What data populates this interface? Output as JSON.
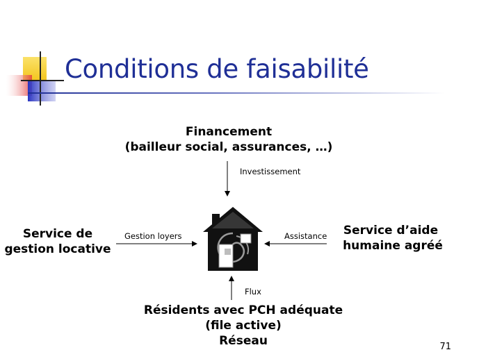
{
  "slide": {
    "title": "Conditions de faisabilité",
    "page_number": "71"
  },
  "diagram": {
    "top_node": {
      "line1": "Financement",
      "line2": "(bailleur social, assurances, …)"
    },
    "left_node": {
      "line1": "Service de",
      "line2": "gestion locative"
    },
    "right_node": {
      "line1": "Service d’aide",
      "line2": "humaine agréé"
    },
    "bottom_node": {
      "line1": "Résidents avec PCH adéquate",
      "line2": "(file active)",
      "line3": "Réseau"
    },
    "arrows": {
      "top": "Investissement",
      "left": "Gestion loyers",
      "right": "Assistance",
      "bottom": "Flux"
    },
    "center_icon": "house-icon"
  },
  "colors": {
    "title": "#1f2f96",
    "deco_yellow": "#f7d23c",
    "deco_red": "#e84a4a",
    "deco_blue": "#3a44c8"
  }
}
